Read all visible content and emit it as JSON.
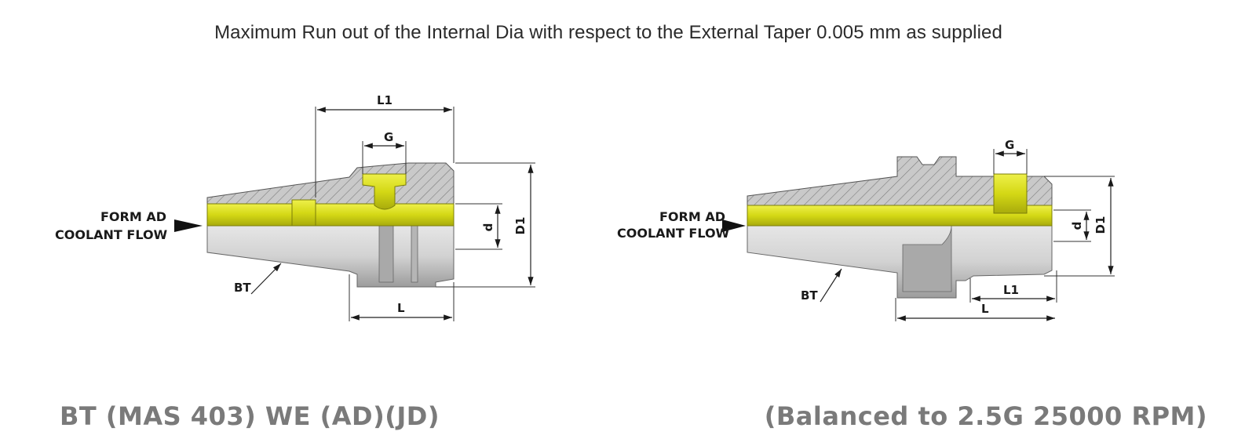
{
  "header": {
    "note": "Maximum Run out of the Internal Dia with respect to the External Taper 0.005 mm as supplied"
  },
  "left_drawing": {
    "coolant_label_line1": "FORM AD",
    "coolant_label_line2": "COOLANT FLOW",
    "dim_L1": "L1",
    "dim_G": "G",
    "dim_d": "d",
    "dim_D1": "D1",
    "dim_L": "L",
    "taper_label": "BT"
  },
  "right_drawing": {
    "coolant_label_line1": "FORM AD",
    "coolant_label_line2": "COOLANT FLOW",
    "dim_G": "G",
    "dim_d": "d",
    "dim_D1": "D1",
    "dim_L1": "L1",
    "dim_L": "L",
    "taper_label": "BT"
  },
  "captions": {
    "left": "BT (MAS 403) WE (AD)(JD)",
    "right": "(Balanced to 2.5G 25000 RPM)"
  },
  "colors": {
    "coolant_yellow": "#d9dc1a",
    "steel_gray": "#bdbdbd",
    "caption_gray": "#7a7a7a"
  }
}
